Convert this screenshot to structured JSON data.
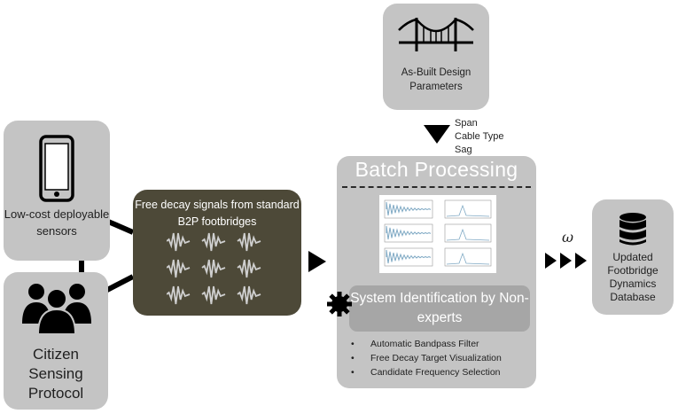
{
  "sensors": {
    "label": "Low-cost deployable sensors",
    "icon": "smartphone-icon"
  },
  "citizen": {
    "label": "Citizen Sensing Protocol",
    "icon": "people-group-icon"
  },
  "signals": {
    "label": "Free decay signals from standard B2P footbridges",
    "icon": "decay-signal-icon"
  },
  "design": {
    "label": "As-Built Design Parameters",
    "icon": "suspension-bridge-icon",
    "parameters": [
      "Span",
      "Cable Type",
      "Sag"
    ]
  },
  "batch": {
    "title": "Batch Processing",
    "system_id": "System Identification by Non-experts",
    "features": [
      "Automatic Bandpass Filter",
      "Free Decay Target Visualization",
      "Candidate Frequency Selection"
    ]
  },
  "output_symbol": "ω",
  "database": {
    "label": "Updated Footbridge Dynamics Database",
    "icon": "database-icon"
  },
  "colors": {
    "box_fill": "#c4c4c4",
    "signals_fill": "#4d4938",
    "arrow": "#000000",
    "signal_wave": "#cfcfcf"
  }
}
